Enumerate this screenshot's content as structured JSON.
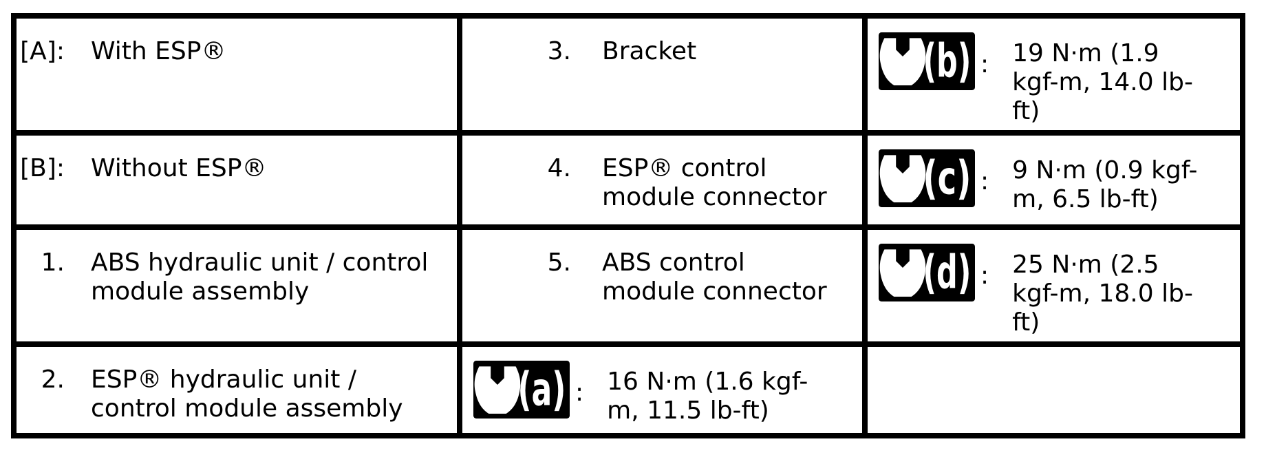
{
  "page": {
    "background": "#ffffff"
  },
  "colors": {
    "border": "#000000",
    "text": "#000000",
    "icon_bg": "#000000",
    "icon_fg": "#ffffff"
  },
  "table": {
    "rows": [
      {
        "cells": [
          {
            "kind": "item",
            "marker": "[A]:",
            "text": "With ESP®"
          },
          {
            "kind": "item",
            "marker": "3.",
            "text": "Bracket"
          },
          {
            "kind": "torque",
            "icon": "torque-wrench-icon",
            "icon_label": "(b)",
            "colon": ":",
            "text": "19 N·m (1.9\nkgf-m, 14.0 lb-\nft)"
          }
        ]
      },
      {
        "cells": [
          {
            "kind": "item",
            "marker": "[B]:",
            "text": "Without ESP®"
          },
          {
            "kind": "item",
            "marker": "4.",
            "text": "ESP® control\nmodule connector"
          },
          {
            "kind": "torque",
            "icon": "torque-wrench-icon",
            "icon_label": "(c)",
            "colon": ":",
            "text": "9 N·m (0.9 kgf-\nm, 6.5 lb-ft)"
          }
        ]
      },
      {
        "cells": [
          {
            "kind": "item",
            "marker": "1.",
            "text": "ABS hydraulic unit / control\nmodule assembly"
          },
          {
            "kind": "item",
            "marker": "5.",
            "text": "ABS control\nmodule connector"
          },
          {
            "kind": "torque",
            "icon": "torque-wrench-icon",
            "icon_label": "(d)",
            "colon": ":",
            "text": "25 N·m (2.5\nkgf-m, 18.0 lb-\nft)"
          }
        ]
      },
      {
        "cells": [
          {
            "kind": "item",
            "marker": "2.",
            "text": "ESP® hydraulic unit /\ncontrol module assembly"
          },
          {
            "kind": "torque",
            "icon": "torque-wrench-icon",
            "icon_label": "(a)",
            "colon": ":",
            "text": "16 N·m (1.6 kgf-\nm, 11.5 lb-ft)"
          },
          {
            "kind": "empty"
          }
        ]
      }
    ]
  }
}
